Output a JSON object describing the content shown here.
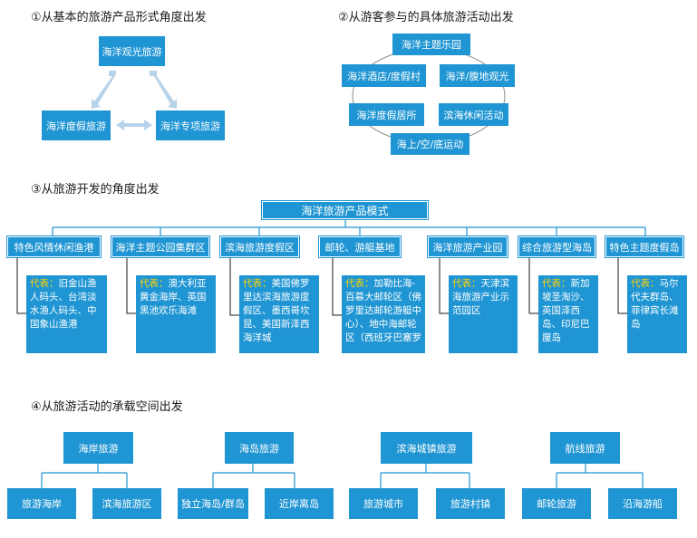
{
  "section1": {
    "title": "①从基本的旅游产品形式角度出发",
    "nodes": [
      "海洋观光旅游",
      "海洋度假旅游",
      "海洋专项旅游"
    ]
  },
  "section2": {
    "title": "②从游客参与的具体旅游活动出发",
    "nodes": [
      "海洋主题乐园",
      "海洋酒店/度假村",
      "海洋/腹地观光",
      "海洋度假居所",
      "滨海休闲活动",
      "海上/空/底运动"
    ]
  },
  "section3": {
    "title": "③从旅游开发的角度出发",
    "root": "海洋旅游产品模式",
    "rep_label": "代表",
    "categories": [
      {
        "label": "特色风情休闲渔港",
        "example": "旧金山渔人码头、台湾淡水渔人码头、中国象山渔港"
      },
      {
        "label": "海洋主题公园集群区",
        "example": "澳大利亚黄金海岸、英国黑池欢乐海滩"
      },
      {
        "label": "滨海旅游度假区",
        "example": "美国佛罗里达滨海旅游度假区、墨西哥坎昆、美国新泽西海洋城"
      },
      {
        "label": "邮轮、游艇基地",
        "example": "加勒比海-百慕大邮轮区（佛罗里达邮轮游艇中心）、地中海邮轮区（西班牙巴塞罗"
      },
      {
        "label": "海洋旅游产业园",
        "example": "天津滨海旅游产业示范园区"
      },
      {
        "label": "综合旅游型海岛",
        "example": "新加坡圣淘沙、英国泽西岛、印尼巴厘岛"
      },
      {
        "label": "特色主题度假岛",
        "example": "马尔代夫群岛、菲律宾长滩岛"
      }
    ]
  },
  "section4": {
    "title": "④从旅游活动的承载空间出发",
    "groups": [
      {
        "label": "海岸旅游",
        "children": [
          "旅游海岸",
          "滨海旅游区"
        ]
      },
      {
        "label": "海岛旅游",
        "children": [
          "独立海岛/群岛",
          "近岸离岛"
        ]
      },
      {
        "label": "滨海城镇旅游",
        "children": [
          "旅游城市",
          "旅游村镇"
        ]
      },
      {
        "label": "航线旅游",
        "children": [
          "邮轮旅游",
          "沿海游船"
        ]
      }
    ]
  }
}
